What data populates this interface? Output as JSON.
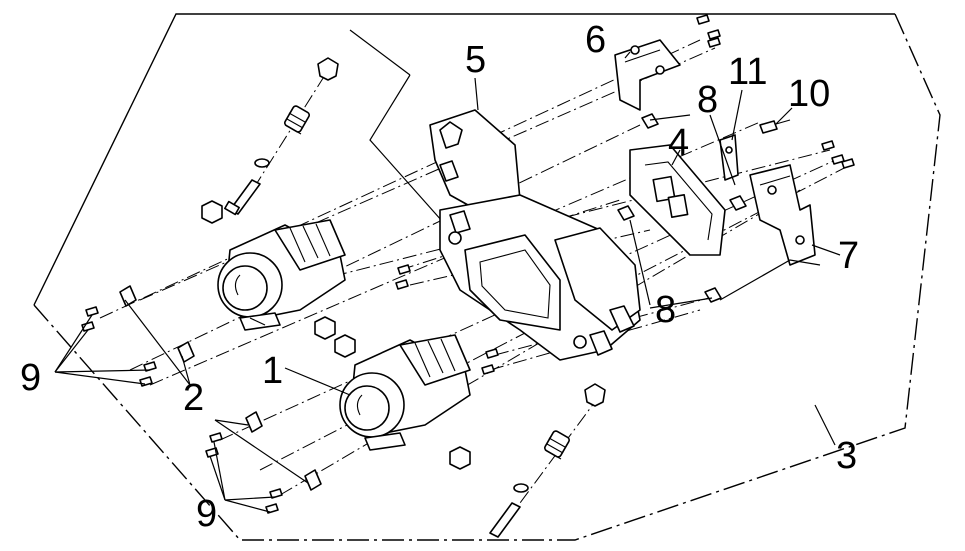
{
  "callouts": {
    "c1a": "1",
    "c1b": "1",
    "c2a": "2",
    "c2b": "2",
    "c3": "3",
    "c4": "4",
    "c5": "5",
    "c6": "6",
    "c7": "7",
    "c8a": "8",
    "c8b": "8",
    "c9a": "9",
    "c9b": "9",
    "c10": "10",
    "c11": "11"
  },
  "colors": {
    "ink": "#000000",
    "paper": "#ffffff"
  }
}
